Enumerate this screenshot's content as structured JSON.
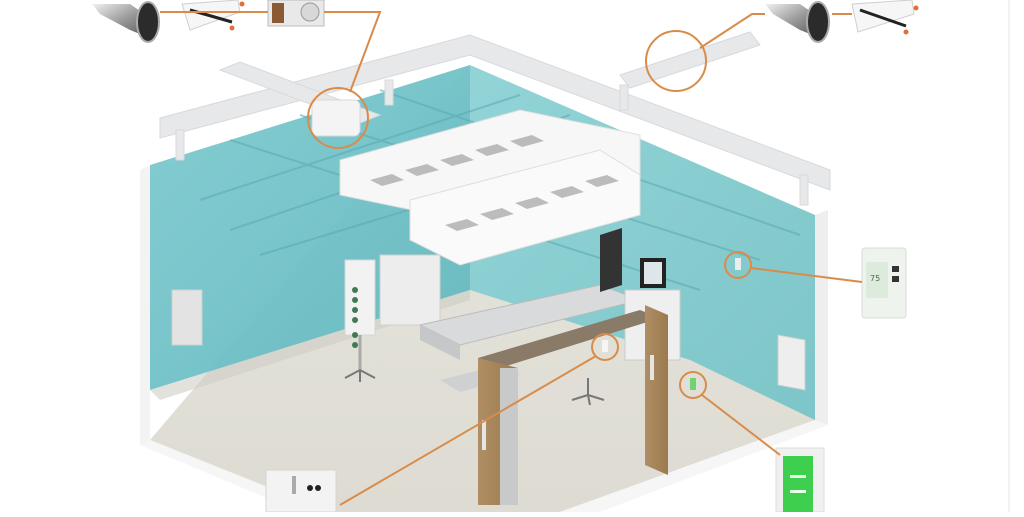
{
  "diagram": {
    "subject": "Operating room HVAC / airflow control system cutaway",
    "colors": {
      "callout": "#d98c4a",
      "wall_teal": "#7cc7cc",
      "floor": "#e6e4dc",
      "door_wood": "#a9865c",
      "controller_screen": "#3fcf4f",
      "duct": "#e9eaec"
    },
    "callouts": [
      {
        "id": "supply-valve",
        "label_icon": "venturi-valve-icon",
        "target": "supply duct valve (center-left)"
      },
      {
        "id": "exhaust-valve",
        "label_icon": "venturi-valve-icon",
        "target": "exhaust duct valve (right)"
      },
      {
        "id": "room-sensor",
        "label_icon": "thermostat-icon",
        "target": "wall sensor (right wall)"
      },
      {
        "id": "door-sensor",
        "label_icon": "pressure-sensor-icon",
        "target": "door header sensor"
      },
      {
        "id": "room-monitor",
        "label_icon": "room-pressure-monitor-icon",
        "target": "wall monitor (floor right)"
      }
    ],
    "devices": {
      "thermostat_display": "75"
    }
  }
}
